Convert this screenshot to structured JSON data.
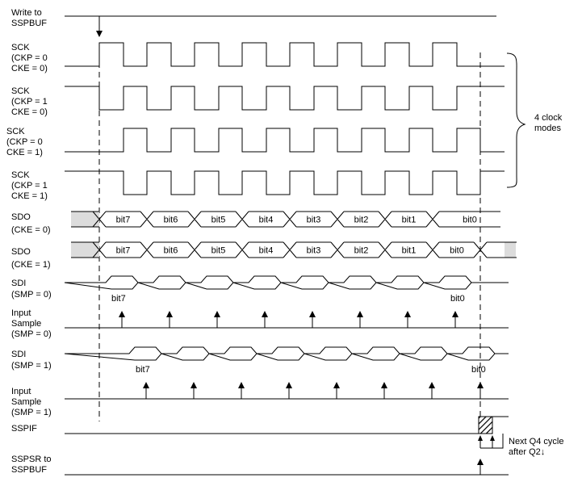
{
  "labels": {
    "write": [
      "Write to",
      "SSPBUF"
    ],
    "sck1": [
      "SCK",
      "(CKP = 0",
      "CKE = 0)"
    ],
    "sck2": [
      "SCK",
      "(CKP = 1",
      "CKE = 0)"
    ],
    "sck3": [
      "SCK",
      "(CKP = 0",
      "CKE = 1)"
    ],
    "sck4": [
      "SCK",
      "(CKP = 1",
      "CKE = 1)"
    ],
    "sdo0": [
      "SDO",
      "(CKE = 0)"
    ],
    "sdo1": [
      "SDO",
      "(CKE = 1)"
    ],
    "sdi0": [
      "SDI",
      "(SMP = 0)"
    ],
    "sample0": [
      "Input",
      "Sample",
      "(SMP = 0)"
    ],
    "sdi1": [
      "SDI",
      "(SMP = 1)"
    ],
    "sample1": [
      "Input",
      "Sample",
      "(SMP = 1)"
    ],
    "sspif": [
      "SSPIF"
    ],
    "sspsr": [
      "SSPSR to",
      "SSPBUF"
    ]
  },
  "annotations": {
    "clock_modes": [
      "4 clock",
      "modes"
    ],
    "next_q4": [
      "Next Q4 cycle",
      "after Q2↓"
    ]
  },
  "bits": [
    "bit7",
    "bit6",
    "bit5",
    "bit4",
    "bit3",
    "bit2",
    "bit1",
    "bit0"
  ],
  "sdi_labels": {
    "smp0_first": "bit7",
    "smp0_last": "bit0",
    "smp1_first": "bit7",
    "smp1_last": "bit0"
  }
}
